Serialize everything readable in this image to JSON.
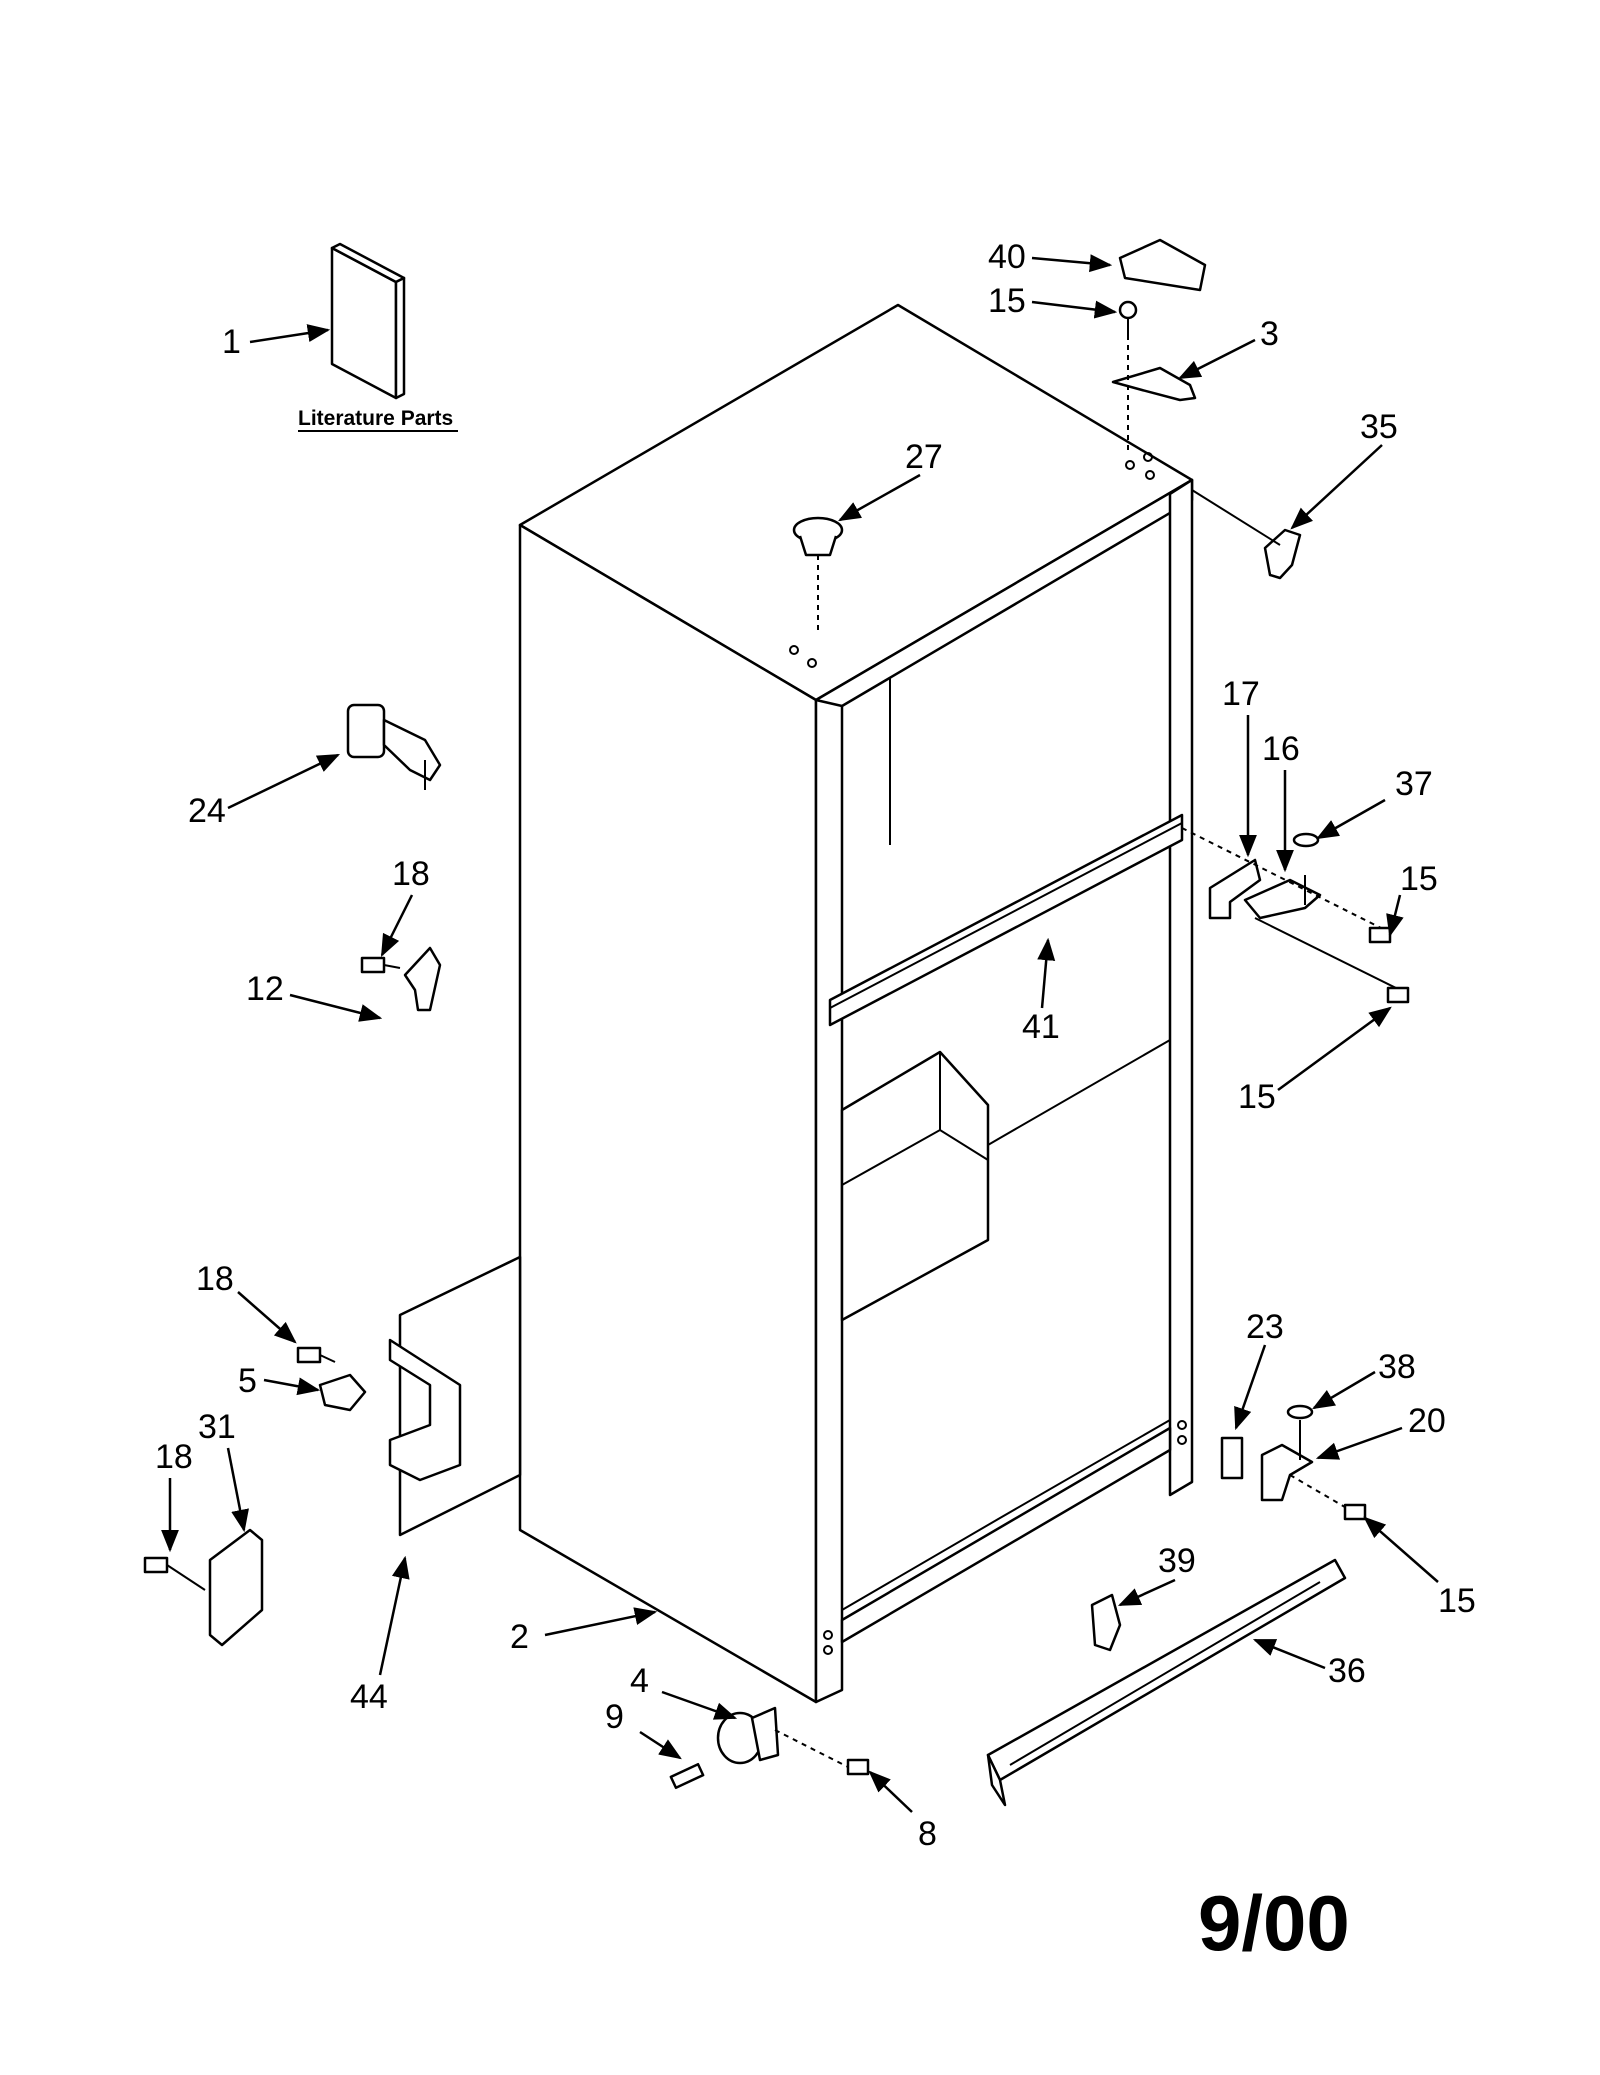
{
  "literature_caption": "Literature Parts",
  "date_code": "9/00",
  "callouts": [
    {
      "id": "c-1",
      "text": "1"
    },
    {
      "id": "c-40",
      "text": "40"
    },
    {
      "id": "c-15a",
      "text": "15"
    },
    {
      "id": "c-3",
      "text": "3"
    },
    {
      "id": "c-27",
      "text": "27"
    },
    {
      "id": "c-35",
      "text": "35"
    },
    {
      "id": "c-17",
      "text": "17"
    },
    {
      "id": "c-16",
      "text": "16"
    },
    {
      "id": "c-37",
      "text": "37"
    },
    {
      "id": "c-15b",
      "text": "15"
    },
    {
      "id": "c-24",
      "text": "24"
    },
    {
      "id": "c-18a",
      "text": "18"
    },
    {
      "id": "c-12",
      "text": "12"
    },
    {
      "id": "c-41",
      "text": "41"
    },
    {
      "id": "c-15c",
      "text": "15"
    },
    {
      "id": "c-23",
      "text": "23"
    },
    {
      "id": "c-38",
      "text": "38"
    },
    {
      "id": "c-20",
      "text": "20"
    },
    {
      "id": "c-18b",
      "text": "18"
    },
    {
      "id": "c-5",
      "text": "5"
    },
    {
      "id": "c-31",
      "text": "31"
    },
    {
      "id": "c-18c",
      "text": "18"
    },
    {
      "id": "c-39",
      "text": "39"
    },
    {
      "id": "c-15d",
      "text": "15"
    },
    {
      "id": "c-2",
      "text": "2"
    },
    {
      "id": "c-36",
      "text": "36"
    },
    {
      "id": "c-44",
      "text": "44"
    },
    {
      "id": "c-4",
      "text": "4"
    },
    {
      "id": "c-9",
      "text": "9"
    },
    {
      "id": "c-8",
      "text": "8"
    }
  ]
}
